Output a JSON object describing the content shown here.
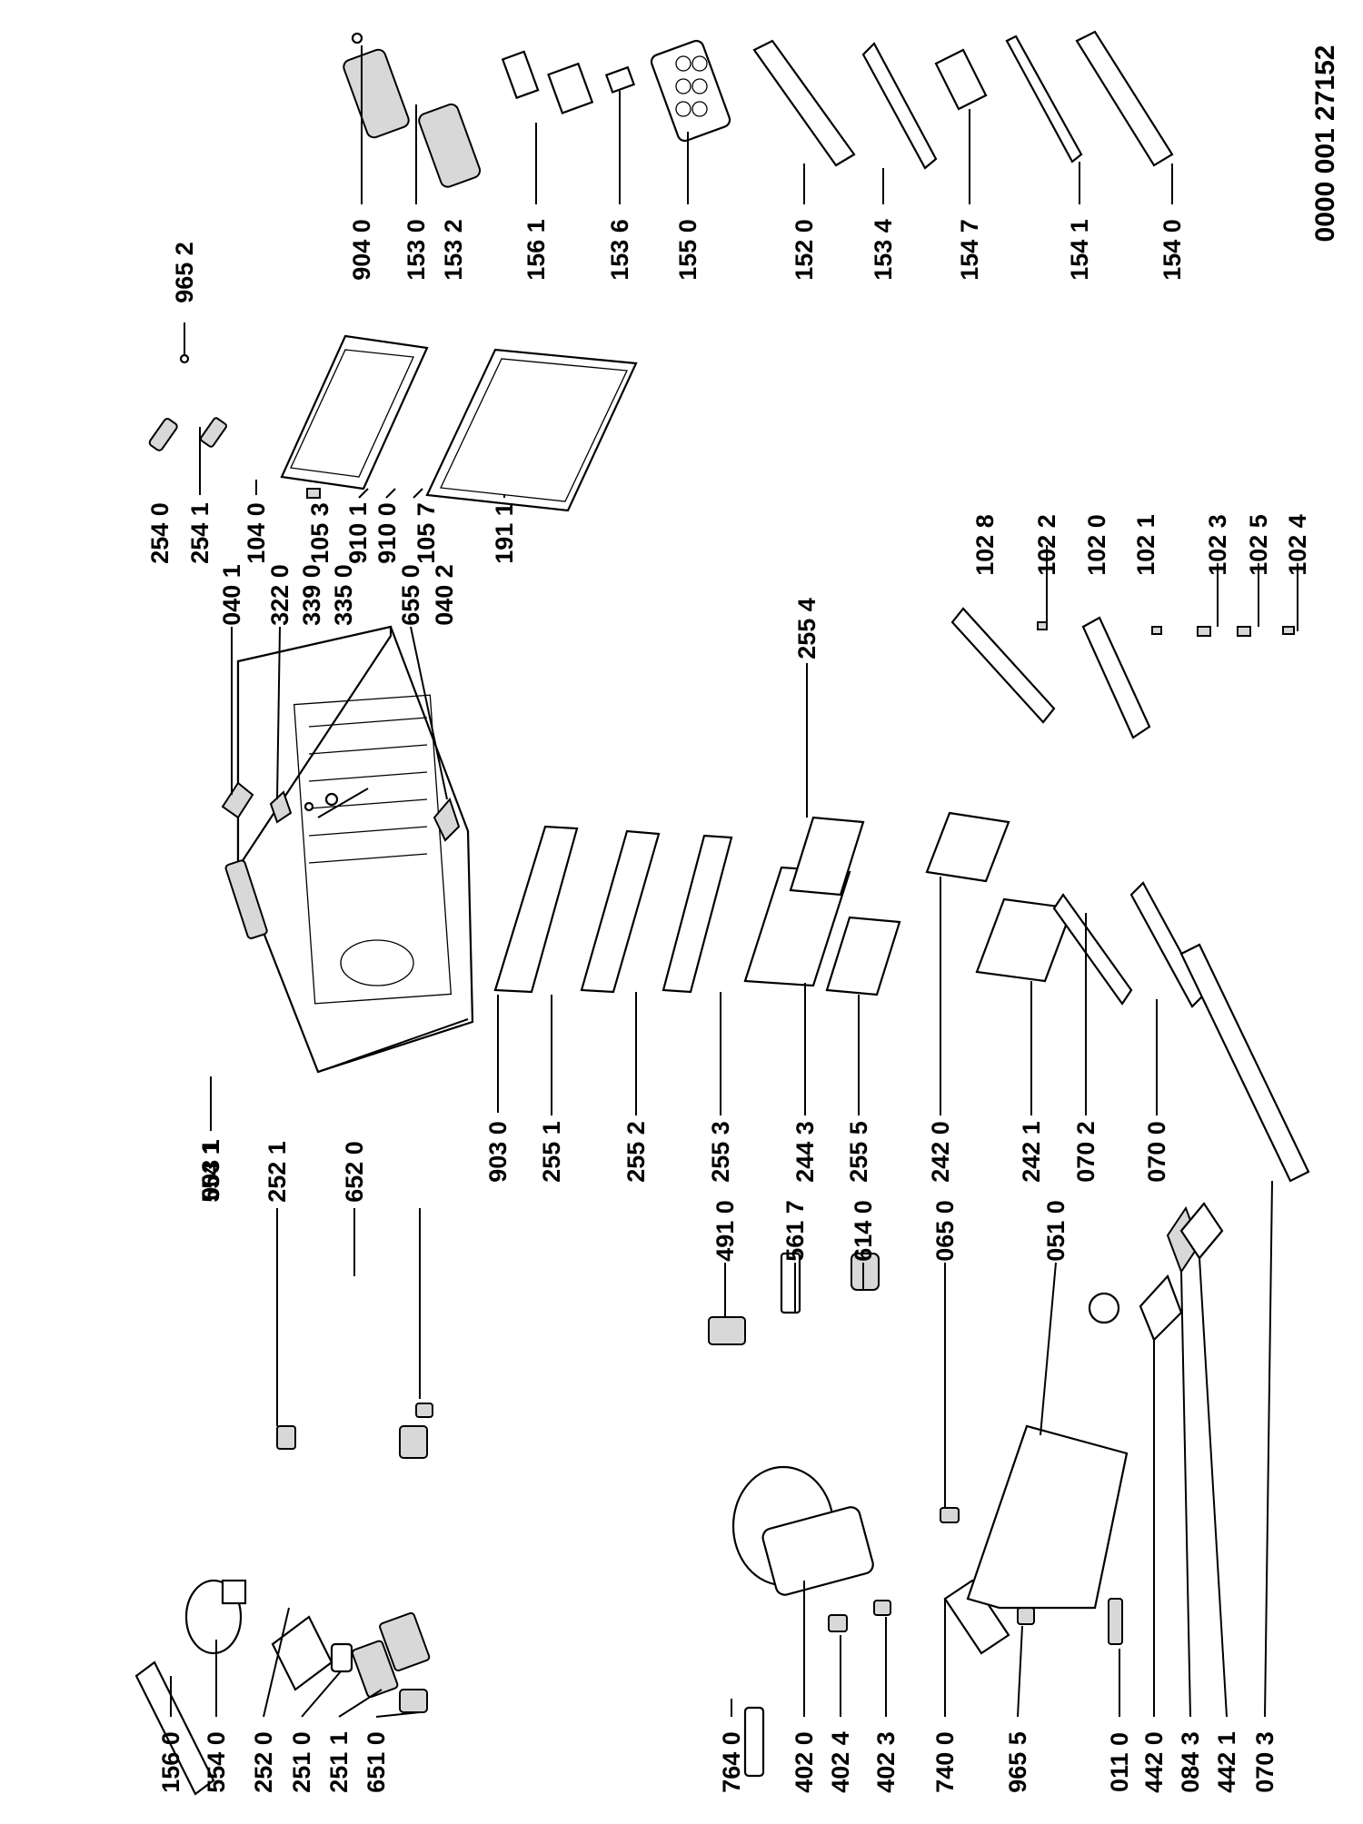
{
  "document_number": "0000 001 27152",
  "part_labels": [
    "156 0",
    "554 0",
    "252 0",
    "251 0",
    "251 1",
    "651 0",
    "764 0",
    "402 0",
    "402 4",
    "402 3",
    "740 0",
    "965 5",
    "011 0",
    "442 0",
    "084 3",
    "442 1",
    "070 3",
    "554 1",
    "252 1",
    "652 0",
    "491 0",
    "561 7",
    "614 0",
    "065 0",
    "051 0",
    "003 1",
    "903 0",
    "255 1",
    "255 2",
    "255 3",
    "244 3",
    "255 5",
    "242 0",
    "242 1",
    "070 2",
    "070 0",
    "040 1",
    "322 0",
    "339 0",
    "335 0",
    "655 0",
    "040 2",
    "255 4",
    "254 0",
    "254 1",
    "104 0",
    "105 3",
    "910 1",
    "910 0",
    "105 7",
    "191 1",
    "965 2",
    "102 8",
    "102 2",
    "102 0",
    "102 1",
    "102 3",
    "102 5",
    "102 4",
    "904 0",
    "153 0",
    "153 2",
    "156 1",
    "153 6",
    "155 0",
    "152 0",
    "153 4",
    "154 7",
    "154 1",
    "154 0"
  ]
}
